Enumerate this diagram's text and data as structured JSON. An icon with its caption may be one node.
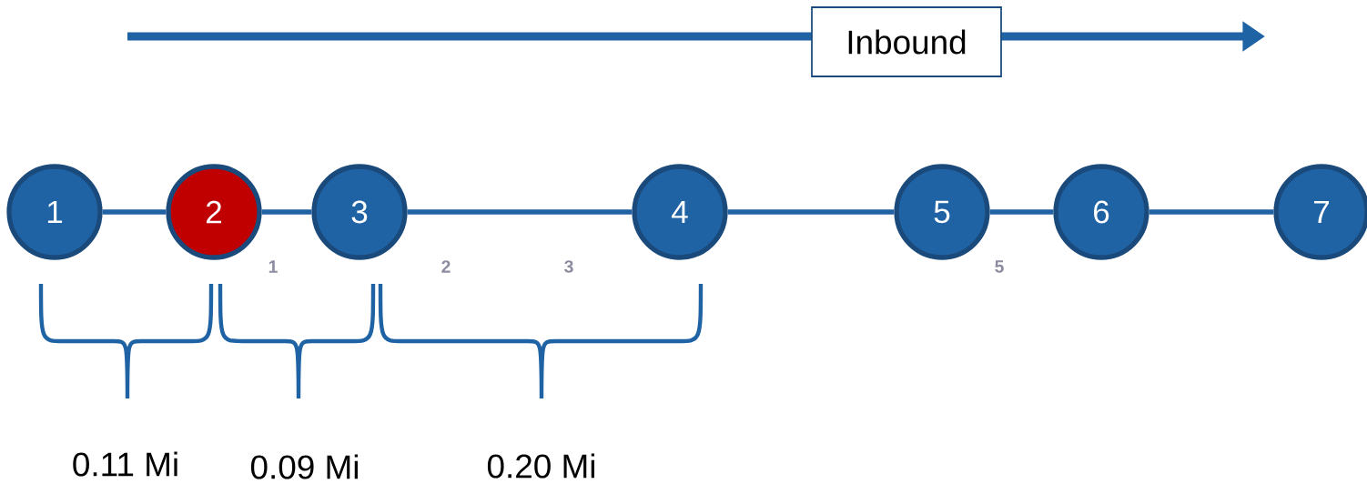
{
  "diagram": {
    "nodes": [
      {
        "text": [
          "1"
        ]
      },
      {
        "text": [
          "2"
        ]
      },
      {
        "text": [
          "3"
        ]
      },
      {
        "text": [
          "4"
        ]
      },
      {
        "text": [
          "5"
        ]
      },
      {
        "text": [
          "6"
        ]
      },
      {
        "text": [
          "7"
        ]
      },
      {
        "text": [
          "Inbound"
        ]
      }
    ],
    "edges": [
      {
        "from": 0,
        "to": 1,
        "arrow": "none"
      },
      {
        "from": 1,
        "to": 2,
        "arrow": "none"
      },
      {
        "from": 2,
        "to": 3,
        "arrow": "none"
      },
      {
        "from": 3,
        "to": 4,
        "arrow": "none"
      },
      {
        "from": 4,
        "to": 5,
        "arrow": "none"
      },
      {
        "from": 5,
        "to": 6,
        "arrow": "none"
      }
    ],
    "labels": [
      "1",
      "2",
      "3",
      "5",
      "0.11 Mi",
      "0.09 Mi",
      "0.20 Mi"
    ]
  }
}
